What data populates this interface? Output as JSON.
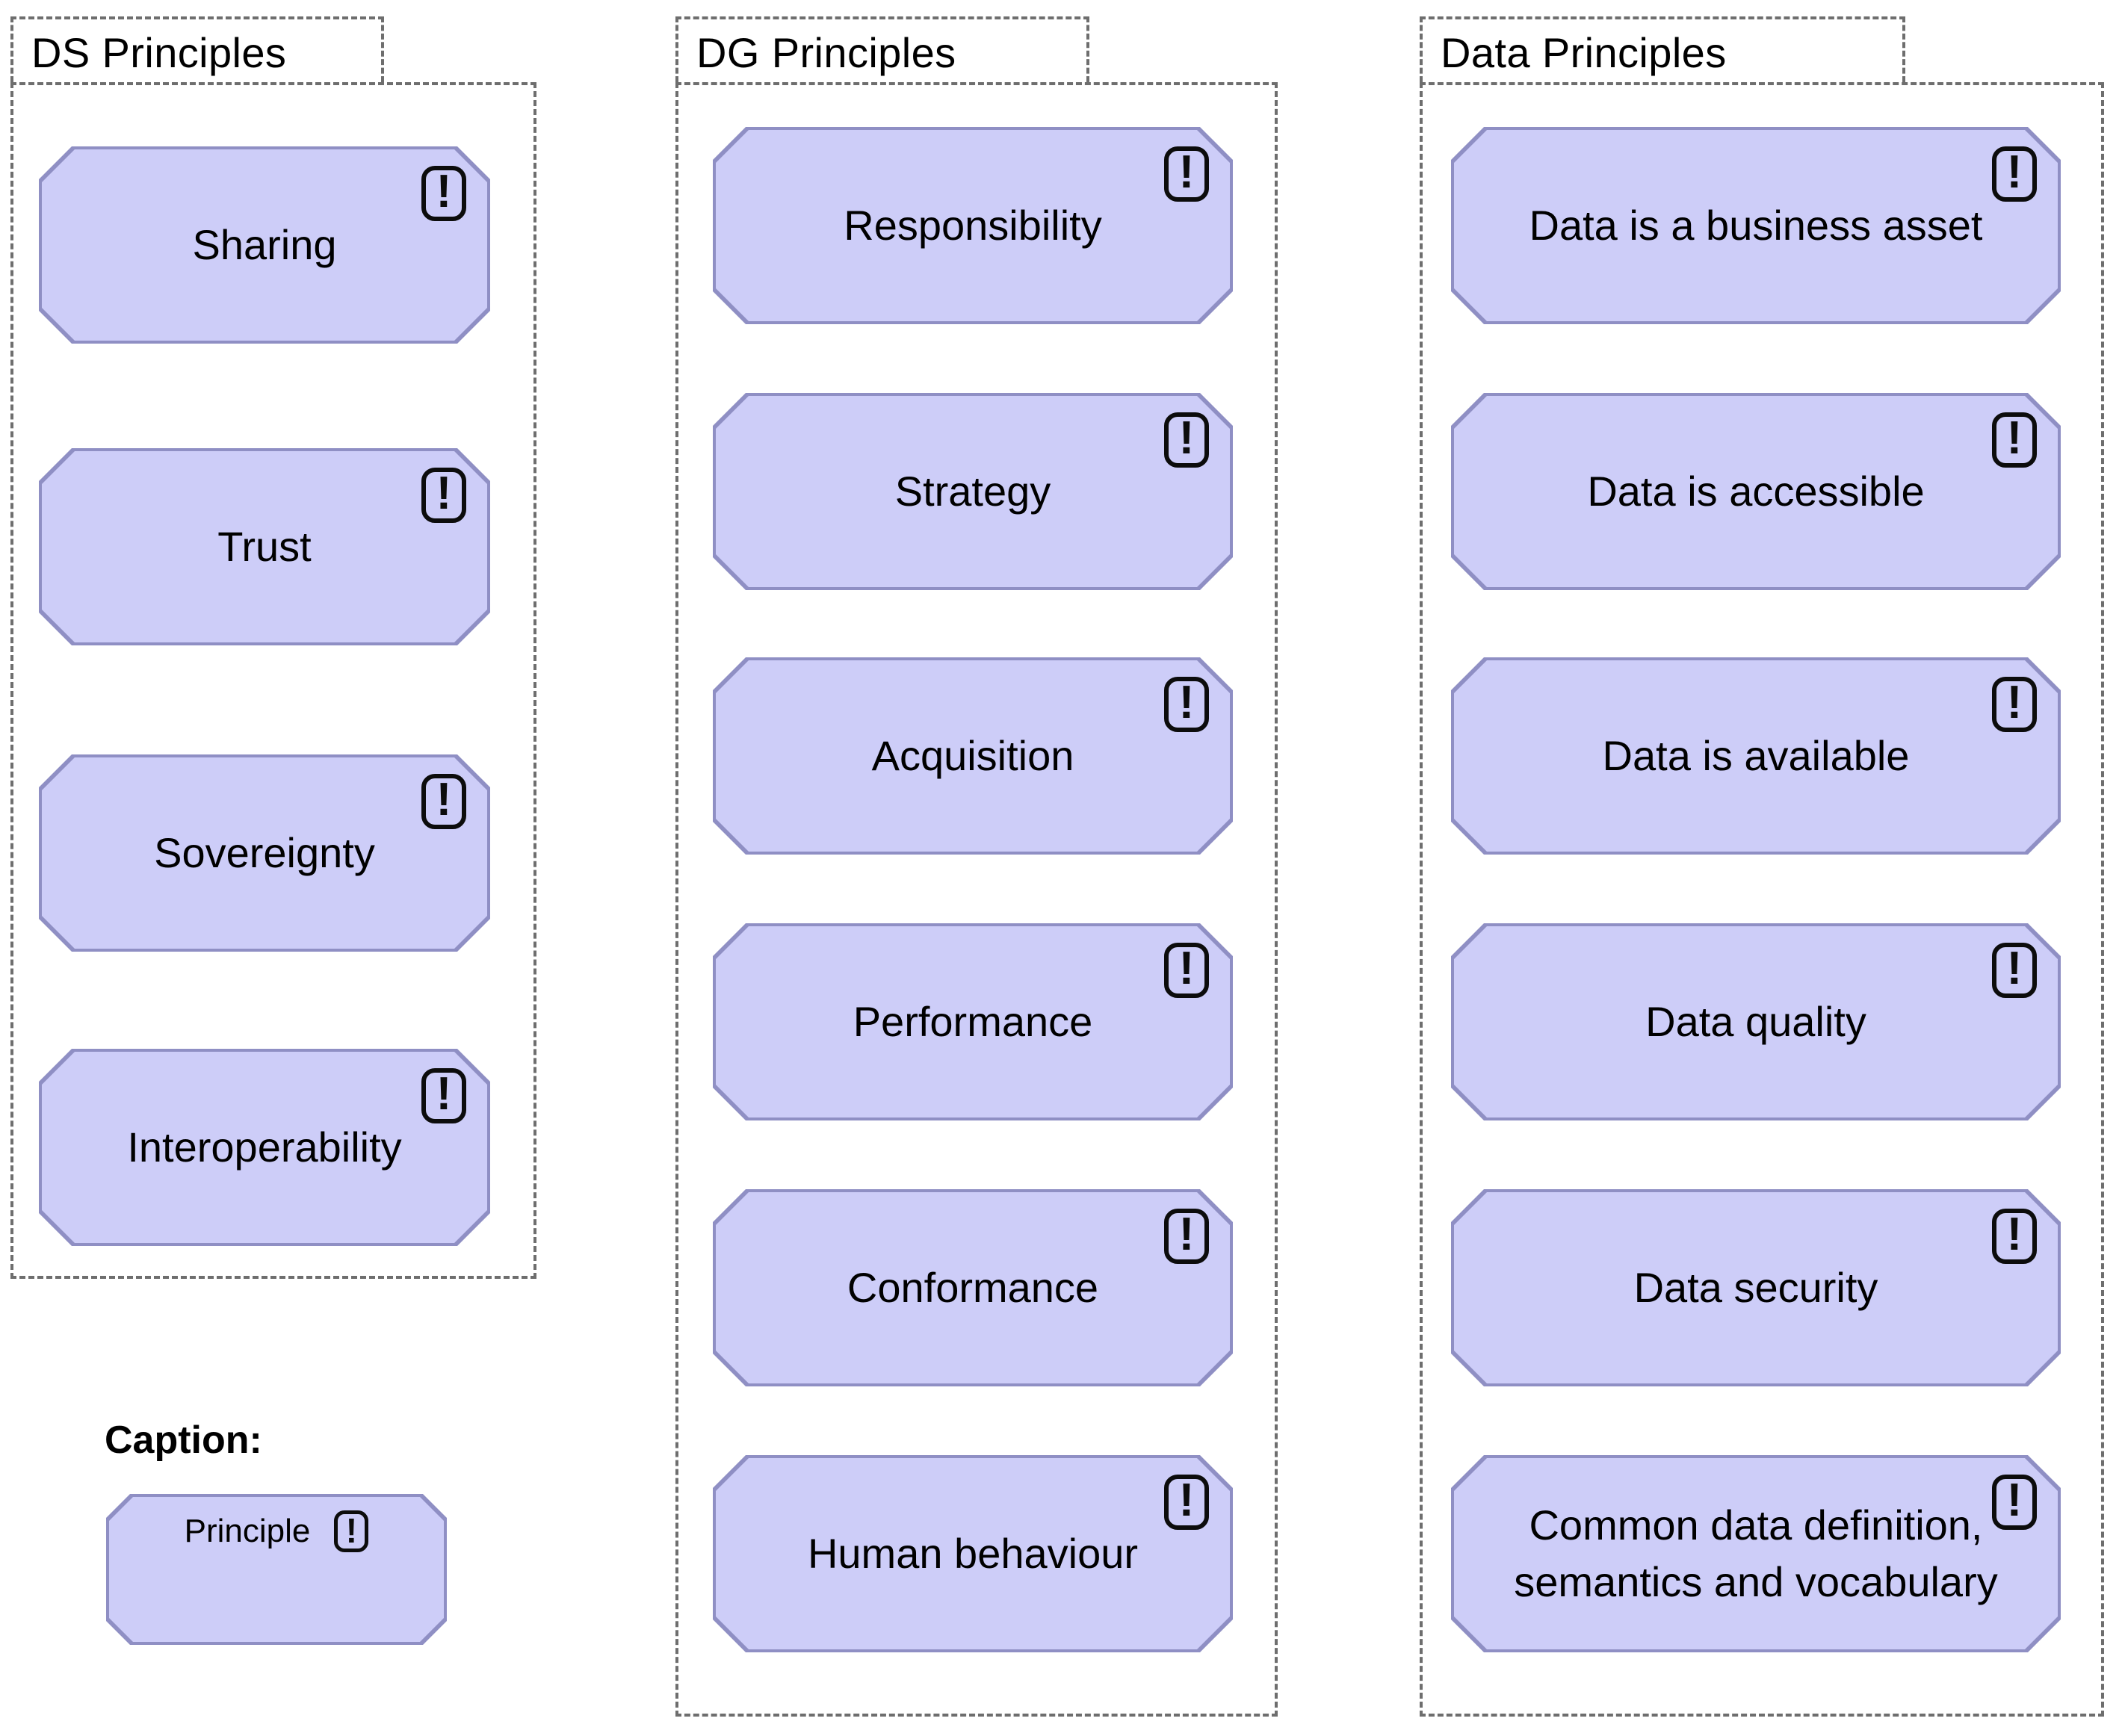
{
  "groups": [
    {
      "title": "DS Principles",
      "items": [
        "Sharing",
        "Trust",
        "Sovereignty",
        "Interoperability"
      ]
    },
    {
      "title": "DG Principles",
      "items": [
        "Responsibility",
        "Strategy",
        "Acquisition",
        "Performance",
        "Conformance",
        "Human behaviour"
      ]
    },
    {
      "title": "Data Principles",
      "items": [
        "Data is a business asset",
        "Data is accessible",
        "Data is available",
        "Data quality",
        "Data security",
        "Common data definition, semantics and vocabulary"
      ]
    }
  ],
  "caption": {
    "heading": "Caption:",
    "item": "Principle"
  },
  "icons": {
    "exclamation": "!"
  },
  "colors": {
    "principle_fill": "#cdcdf8",
    "principle_border": "#8f8fc4",
    "group_border": "#6e6e6e",
    "text": "#000000"
  }
}
